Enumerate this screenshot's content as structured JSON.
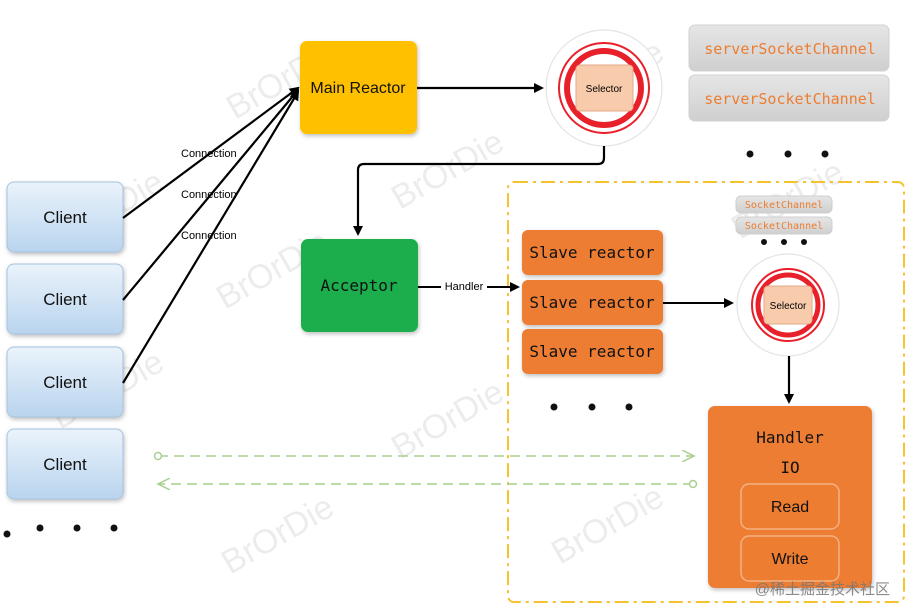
{
  "colors": {
    "client_fill": "#c9dff2",
    "main_reactor": "#ffc000",
    "acceptor": "#1fad4e",
    "slave": "#ed7d31",
    "panel_gray": "#d9d9d9",
    "selector_ring": "#e8202a",
    "dash_gold": "#f5c230",
    "dash_green": "#a9d08e"
  },
  "clients": [
    "Client",
    "Client",
    "Client",
    "Client"
  ],
  "connections": [
    "Connection",
    "Connection",
    "Connection"
  ],
  "main_reactor": {
    "label": "Main Reactor"
  },
  "acceptor": {
    "label": "Acceptor"
  },
  "handler_arrow_label": "Handler",
  "main_selector": {
    "label": "Selector"
  },
  "server_channels": [
    "serverSocketChannel",
    "serverSocketChannel"
  ],
  "slave_reactors": [
    "Slave reactor",
    "Slave reactor",
    "Slave reactor"
  ],
  "sub_selector": {
    "label": "Selector"
  },
  "socket_channels": [
    "SocketChannel",
    "SocketChannel"
  ],
  "handler_block": {
    "title_line1": "Handler",
    "title_line2": "IO",
    "read_label": "Read",
    "write_label": "Write"
  },
  "watermark_text": "BrOrDie",
  "site_watermark": "@稀土掘金技术社区"
}
